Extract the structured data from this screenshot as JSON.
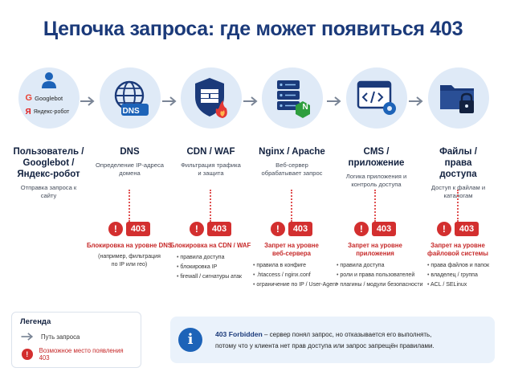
{
  "title": "Цепочка запроса: где может появиться 403",
  "stages": [
    {
      "title": "Пользователь / Googlebot / Яндекс-робот",
      "desc": "Отправка запроса к сайту",
      "bots": [
        "Googlebot",
        "Яндекс-робот"
      ],
      "icon": "user-icon"
    },
    {
      "title": "DNS",
      "desc": "Определение IP-адреса домена",
      "badge": "DNS",
      "icon": "globe-icon"
    },
    {
      "title": "CDN / WAF",
      "desc": "Фильтрация трафика и защита",
      "icon": "shield-firewall-icon"
    },
    {
      "title": "Nginx / Apache",
      "desc": "Веб-сервер обрабатывает запрос",
      "badge": "N",
      "icon": "server-icon"
    },
    {
      "title": "CMS / приложение",
      "desc": "Логика приложения и контроль доступа",
      "icon": "code-window-icon"
    },
    {
      "title": "Файлы / права доступа",
      "desc": "Доступ к файлам и каталогам",
      "icon": "folder-lock-icon"
    }
  ],
  "errors": [
    {
      "code": "403",
      "title": "Блокировка на уровне DNS",
      "sub": "(например, фильтрация по IP или гео)",
      "items": []
    },
    {
      "code": "403",
      "title": "Блокировка на CDN / WAF",
      "items": [
        "правила доступа",
        "блокировка IP",
        "firewall / сигнатуры атак"
      ]
    },
    {
      "code": "403",
      "title": "Запрет на уровне веб-сервера",
      "items": [
        "правила в конфиге",
        ".htaccess / nginx.conf",
        "ограничение по IP / User-Agent"
      ]
    },
    {
      "code": "403",
      "title": "Запрет на уровне приложения",
      "items": [
        "правила доступа",
        "роли и права пользователей",
        "плагины / модули безопасности"
      ]
    },
    {
      "code": "403",
      "title": "Запрет на уровне файловой системы",
      "items": [
        "права файлов и папок",
        "владелец / группа",
        "ACL / SELinux"
      ]
    }
  ],
  "legend": {
    "title": "Легенда",
    "path_label": "Путь запроса",
    "error_label": "Возможное место появления 403"
  },
  "info": {
    "bold": "403 Forbidden",
    "text1": " – сервер понял запрос, но отказывается его выполнять,",
    "text2": "потому что у клиента нет прав доступа или запрос запрещён правилами."
  },
  "colors": {
    "primary": "#1b3a7a",
    "accent": "#1d63b8",
    "error": "#d32f2f",
    "circle": "#dfeaf7"
  }
}
